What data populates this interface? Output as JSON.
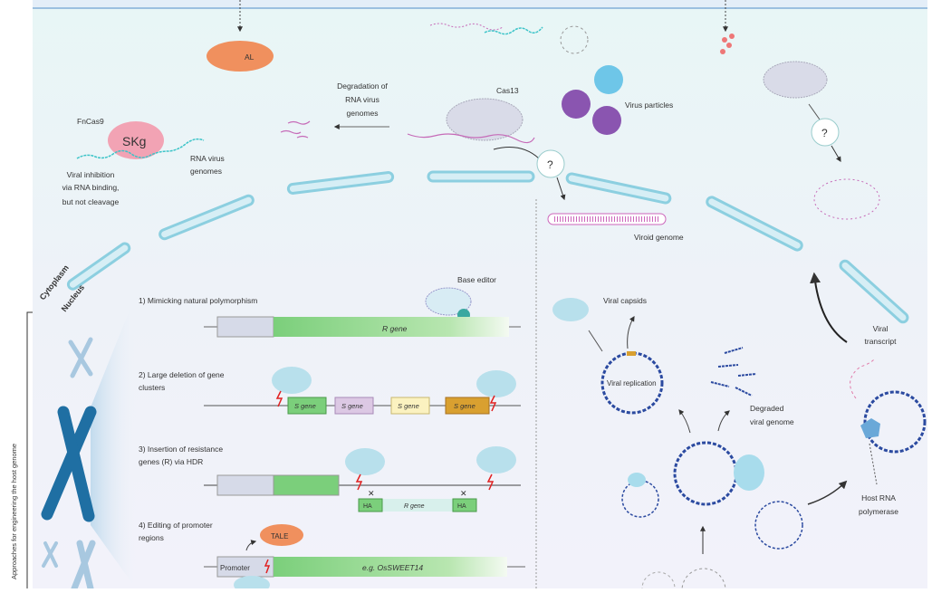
{
  "colors": {
    "cytoplasm_bg": "#eaf6f7",
    "nucleus_bg": "#eef1f8",
    "membrane": "#8ccfe0",
    "cas_protein": "#d9dbe8",
    "rna_virus": "#3cc4c8",
    "viroid": "#cc66bb",
    "chromosome": "#1f6fa3",
    "gene_green": "#7bcf7b",
    "promoter_grey": "#d6dae8",
    "tale_orange": "#f08c5a",
    "dna_circle": "#2b4aa0"
  },
  "cytoplasm": {
    "compartment_label": "Cytoplasm",
    "protein_top": "AL",
    "fncas9_label": "FnCas9",
    "fncas9_protein_text": "SKg",
    "rna_genome_label": [
      "RNA virus",
      "genomes"
    ],
    "inhibition_label": [
      "Viral inhibition",
      "via RNA binding,",
      "but not cleavage"
    ],
    "degradation_label": [
      "Degradation of",
      "RNA virus",
      "genomes"
    ],
    "cas13_label": "Cas13",
    "virus_particles_label": "Virus particles",
    "viroid_label": "Viroid genome",
    "question_mark": "?"
  },
  "nucleus": {
    "compartment_label": "Nucleus",
    "side_label": "Approaches for engineering the host genome",
    "base_editor_label": "Base editor",
    "strategies": [
      {
        "title": [
          "1) Mimicking natural polymorphism"
        ],
        "gene": "R gene"
      },
      {
        "title": [
          "2) Large deletion of gene",
          "clusters"
        ],
        "genes": [
          "S gene",
          "S gene",
          "S gene",
          "S gene"
        ]
      },
      {
        "title": [
          "3) Insertion of resistance",
          "genes (R) via HDR"
        ],
        "genes": [
          "HA",
          "R gene",
          "HA"
        ]
      },
      {
        "title": [
          "4) Editing of promoter",
          "regions"
        ],
        "tale": "TALE",
        "promoter": "Promoter",
        "gene": "e.g. OsSWEET14"
      }
    ],
    "dna_virus": {
      "capsid_label": "Viral capsids",
      "replication_label": "Viral replication",
      "degraded_label": [
        "Degraded",
        "viral genome"
      ],
      "transcript_label": [
        "Viral",
        "transcript"
      ],
      "polymerase_label": [
        "Host RNA",
        "polymerase"
      ]
    }
  }
}
